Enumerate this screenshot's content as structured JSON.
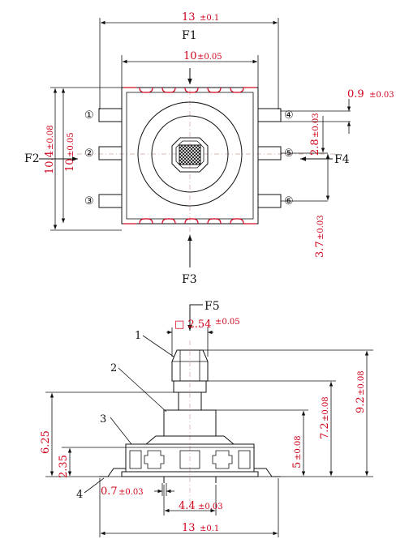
{
  "top_view": {
    "overall_width": {
      "value": "13",
      "tol": "±0.1"
    },
    "force_top": "F1",
    "body_width": {
      "value": "10",
      "tol": "±0.05"
    },
    "pin_width": {
      "value": "0.9",
      "tol": "±0.03"
    },
    "overall_height": {
      "value": "10.4",
      "tol": "±0.08"
    },
    "body_height": {
      "value": "10",
      "tol": "±0.05"
    },
    "pin_pitch": {
      "value": "2.8",
      "tol": "±0.03"
    },
    "pin_span": {
      "value": "3.7",
      "tol": "±0.03"
    },
    "force_left": "F2",
    "force_right": "F4",
    "force_bottom": "F3",
    "pins_left": [
      "①",
      "②",
      "③"
    ],
    "pins_right": [
      "④",
      "⑤",
      "⑥"
    ]
  },
  "side_view": {
    "force_press": "F5",
    "shaft_square": {
      "symbol": "□",
      "value": "2.54",
      "tol": "±0.05"
    },
    "callouts": [
      "1",
      "2",
      "3",
      "4"
    ],
    "height_body": "6.25",
    "height_base": "2.35",
    "lead_width": {
      "value": "0.7",
      "tol": "±0.03"
    },
    "lead_pitch": {
      "value": "4.4",
      "tol": "±0.03"
    },
    "overall_width": {
      "value": "13",
      "tol": "±0.1"
    },
    "height_5": {
      "value": "5",
      "tol": "±0.08"
    },
    "height_7_2": {
      "value": "7.2",
      "tol": "±0.08"
    },
    "height_9_2": {
      "value": "9.2",
      "tol": "±0.08"
    }
  }
}
